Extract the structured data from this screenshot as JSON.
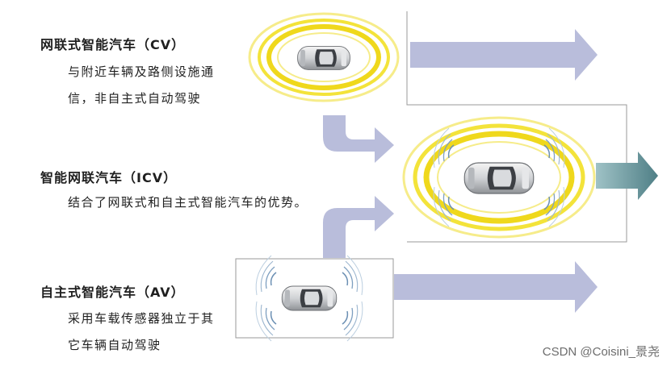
{
  "cv": {
    "title": "网联式智能汽车（CV）",
    "desc_line1": "与附近车辆及路侧设施通",
    "desc_line2": "信，非自主式自动驾驶"
  },
  "icv": {
    "title": "智能网联汽车（ICV）",
    "desc_line1": "结合了网联式和自主式智能汽车的优势。"
  },
  "av": {
    "title": "自主式智能汽车（AV）",
    "desc_line1": "采用车载传感器独立于其",
    "desc_line2": "它车辆自动驾驶"
  },
  "watermark": "CSDN @Coisini_景尧",
  "colors": {
    "arrow": "#b9bddb",
    "arrow_icv": "#5f8f96",
    "ring": "#f3e33a",
    "sensor": "#6b8fb3"
  }
}
